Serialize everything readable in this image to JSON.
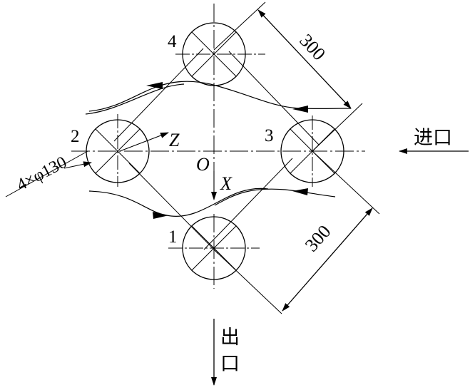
{
  "cylinders": {
    "c1": {
      "label": "1"
    },
    "c2": {
      "label": "2"
    },
    "c3": {
      "label": "3"
    },
    "c4": {
      "label": "4"
    }
  },
  "dimensions": {
    "top_spacing": "300",
    "bottom_spacing": "300",
    "diameter": "4×φ130"
  },
  "axes": {
    "origin": "O",
    "x": "X",
    "z": "Z"
  },
  "inlet": {
    "text": "进口"
  },
  "outlet": {
    "line1": "出",
    "line2": "口"
  },
  "colors": {
    "ink": "#000000",
    "background": "#ffffff"
  }
}
